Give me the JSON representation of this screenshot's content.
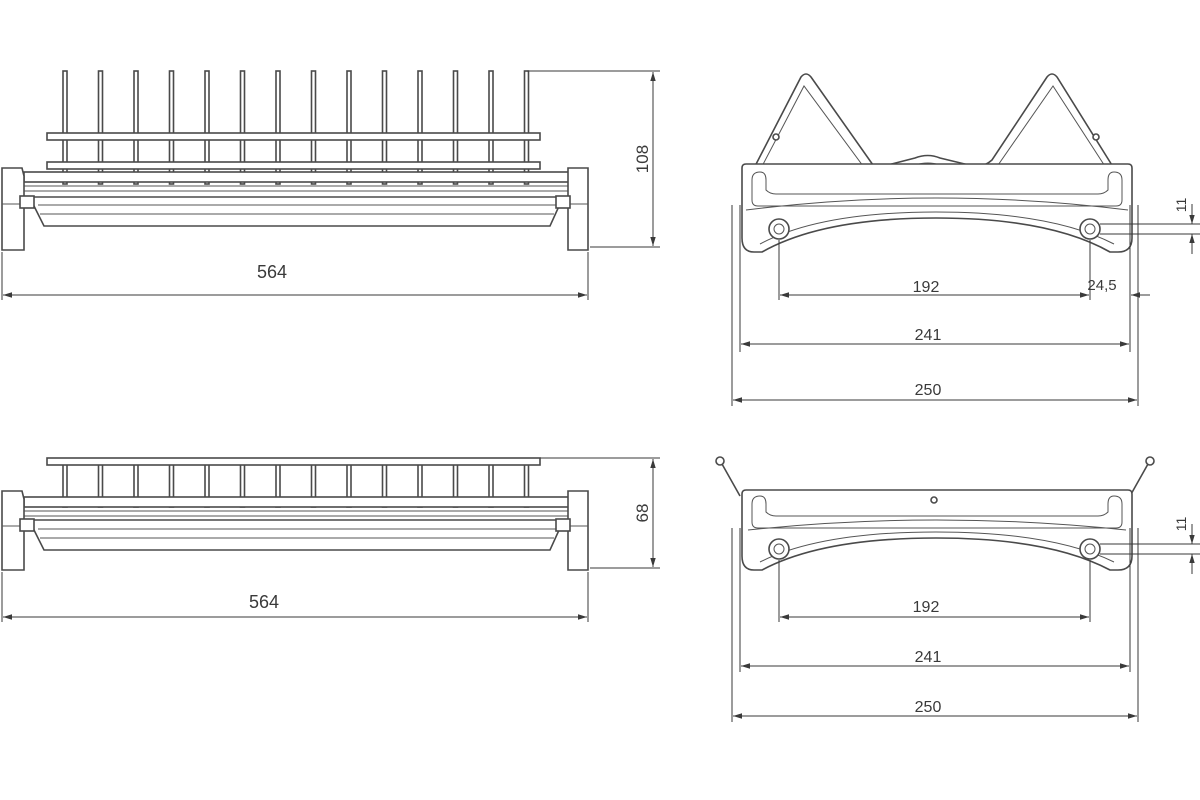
{
  "views": {
    "top_front": {
      "width_label": "564",
      "height_label": "108"
    },
    "top_side": {
      "hole_label": "11",
      "hole_spacing_label": "192",
      "offset_label": "24,5",
      "inner_width_label": "241",
      "outer_width_label": "250"
    },
    "bottom_front": {
      "width_label": "564",
      "height_label": "68"
    },
    "bottom_side": {
      "hole_label": "11",
      "hole_spacing_label": "192",
      "inner_width_label": "241",
      "outer_width_label": "250"
    }
  },
  "colors": {
    "line": "#4a4a4a",
    "text": "#3a3a3a",
    "background": "#ffffff"
  }
}
